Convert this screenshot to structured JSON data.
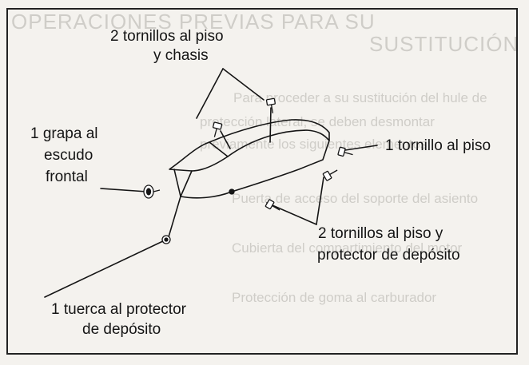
{
  "background_text": {
    "title_line1": "OPERACIONES PREVIAS PARA SU",
    "title_line2": "SUSTITUCIÓN",
    "body_line1": "Para proceder a su sustitución del hule de",
    "body_line2": "protección lateral, se deben desmontar",
    "body_line3": "previamente los siguientes elementos:",
    "item1": "Puerta de acceso del soporte del asiento",
    "item2": "Cubierta del compartimiento del motor",
    "item3": "Protección de goma al carburador"
  },
  "labels": {
    "top_screws_line1": "2 tornillos al piso",
    "top_screws_line2": "y chasis",
    "right_screw": "1 tornillo al piso",
    "clip_line1": "1 grapa al",
    "clip_line2": "escudo",
    "clip_line3": "frontal",
    "bottom_screws_line1": "2 tornillos al piso y",
    "bottom_screws_line2": "protector de depósito",
    "nut_line1": "1 tuerca al protector",
    "nut_line2": "de depósito"
  }
}
